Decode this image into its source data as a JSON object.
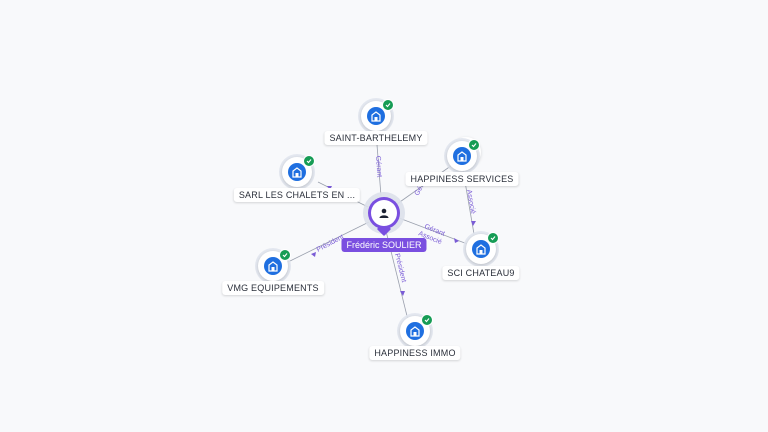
{
  "person": {
    "name": "Frédéric SOULIER",
    "icon": "person-icon"
  },
  "companies": [
    {
      "id": "saint",
      "name": "SAINT-BARTHELEMY",
      "icon": "building-icon",
      "status": "active-check-icon"
    },
    {
      "id": "happs",
      "name": "HAPPINESS SERVICES",
      "icon": "building-icon",
      "status": "active-check-icon"
    },
    {
      "id": "chalets",
      "name": "SARL LES CHALETS EN ...",
      "icon": "building-icon",
      "status": "active-check-icon"
    },
    {
      "id": "sci",
      "name": "SCI CHATEAU9",
      "icon": "building-icon",
      "status": "active-check-icon"
    },
    {
      "id": "vmg",
      "name": "VMG EQUIPEMENTS",
      "icon": "building-icon",
      "status": "active-check-icon"
    },
    {
      "id": "immo",
      "name": "HAPPINESS IMMO",
      "icon": "building-icon",
      "status": "active-check-icon"
    }
  ],
  "relations": {
    "saint": "Gérant",
    "happs": "Gé...",
    "happs_sci": "Associé",
    "sci_1": "Gérant",
    "sci_2": "Associé",
    "vmg": "Président",
    "immo": "Président"
  },
  "colors": {
    "accent": "#7a4fe0",
    "company": "#1f6fe0",
    "active": "#169c55",
    "edge": "#9aa0ad"
  }
}
